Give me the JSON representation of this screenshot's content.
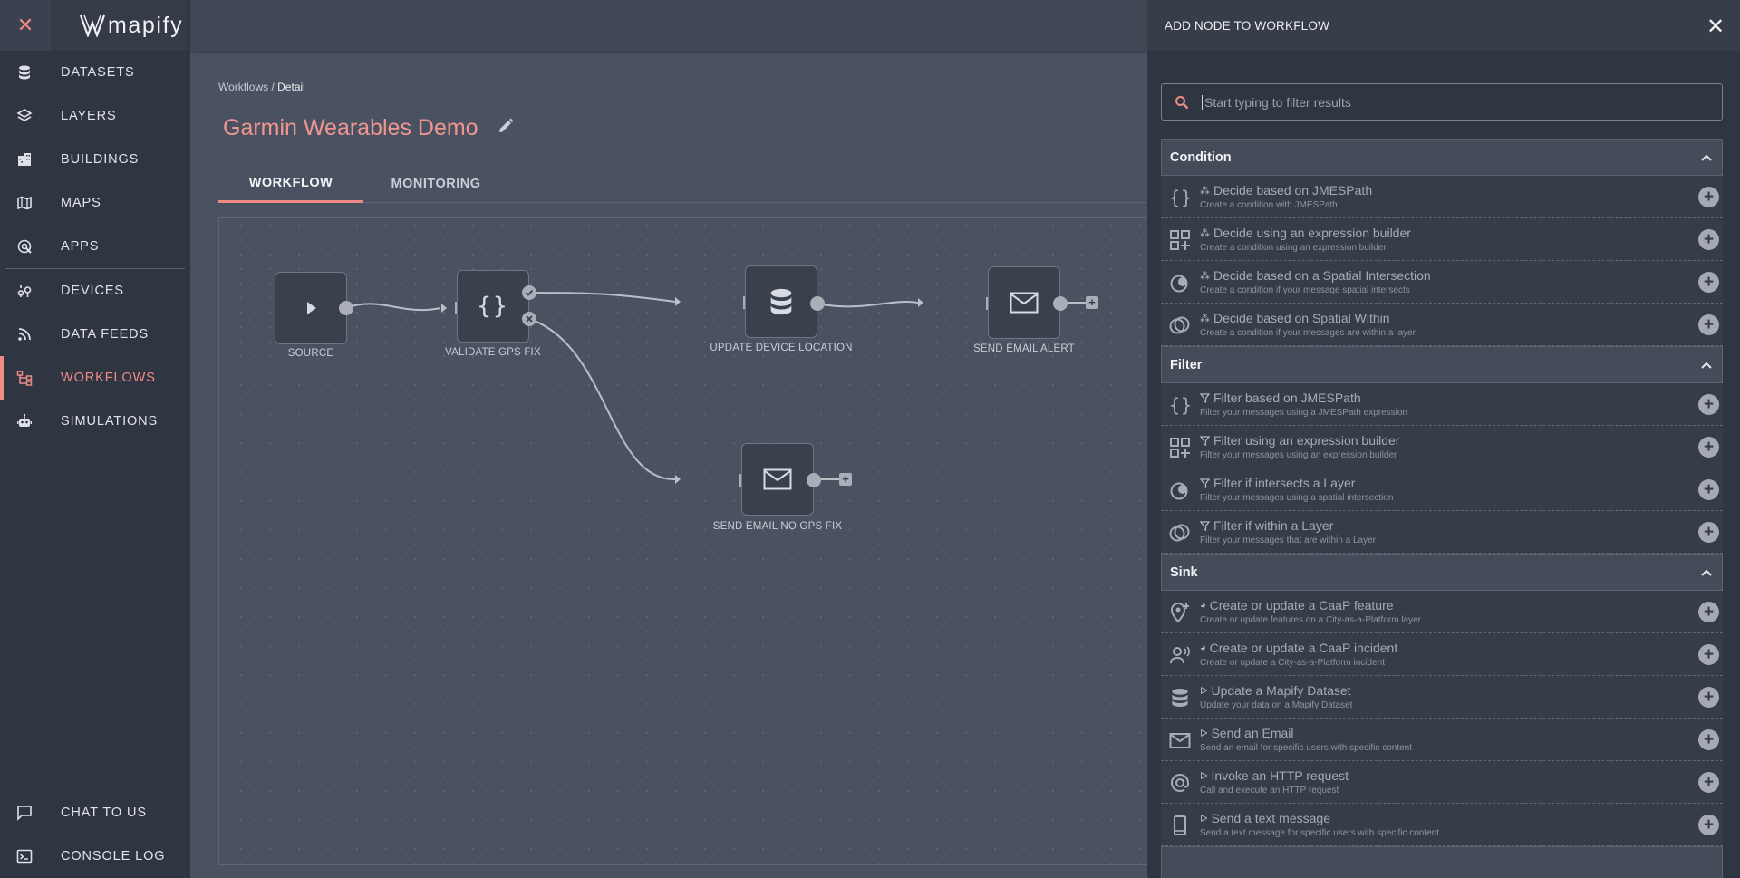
{
  "app": {
    "name": "mapify"
  },
  "sidebar": {
    "items": [
      {
        "label": "DATASETS",
        "icon": "database-icon"
      },
      {
        "label": "LAYERS",
        "icon": "layers-icon"
      },
      {
        "label": "BUILDINGS",
        "icon": "buildings-icon"
      },
      {
        "label": "MAPS",
        "icon": "map-icon"
      },
      {
        "label": "APPS",
        "icon": "apps-icon"
      },
      {
        "label": "DEVICES",
        "icon": "devices-icon"
      },
      {
        "label": "DATA FEEDS",
        "icon": "rss-icon"
      },
      {
        "label": "WORKFLOWS",
        "icon": "workflow-icon"
      },
      {
        "label": "SIMULATIONS",
        "icon": "robot-icon"
      }
    ],
    "active": "WORKFLOWS",
    "bottom_items": [
      {
        "label": "CHAT TO US",
        "icon": "chat-icon"
      },
      {
        "label": "CONSOLE LOG",
        "icon": "console-icon"
      }
    ]
  },
  "breadcrumb": {
    "parent": "Workflows",
    "separator": " / ",
    "current": "Detail"
  },
  "page": {
    "title": "Garmin Wearables Demo"
  },
  "tabs": [
    {
      "label": "WORKFLOW",
      "active": true
    },
    {
      "label": "MONITORING",
      "active": false
    }
  ],
  "workflow": {
    "nodes": [
      {
        "id": "source",
        "label": "SOURCE",
        "icon": "play-icon"
      },
      {
        "id": "validate",
        "label": "VALIDATE GPS FIX",
        "icon": "braces-icon"
      },
      {
        "id": "update",
        "label": "UPDATE DEVICE LOCATION",
        "icon": "database-icon"
      },
      {
        "id": "alert",
        "label": "SEND EMAIL ALERT",
        "icon": "mail-icon"
      },
      {
        "id": "nofix",
        "label": "SEND EMAIL NO GPS FIX",
        "icon": "mail-icon"
      }
    ],
    "edges": [
      {
        "from": "source",
        "to": "validate"
      },
      {
        "from": "validate",
        "to": "update",
        "branch": "true"
      },
      {
        "from": "validate",
        "to": "nofix",
        "branch": "false"
      },
      {
        "from": "update",
        "to": "alert"
      }
    ]
  },
  "panel": {
    "title": "ADD NODE TO WORKFLOW",
    "search_placeholder": "Start typing to filter results",
    "sections": [
      {
        "name": "Condition",
        "items": [
          {
            "title": "Decide based on JMESPath",
            "desc": "Create a condition with JMESPath",
            "icon": "braces-icon"
          },
          {
            "title": "Decide using an expression builder",
            "desc": "Create a condition using an expression builder",
            "icon": "grid-plus-icon"
          },
          {
            "title": "Decide based on a Spatial Intersection",
            "desc": "Create a condition if your message spatial intersects",
            "icon": "intersect-icon"
          },
          {
            "title": "Decide based on Spatial Within",
            "desc": "Create a condition if your messages are within a layer",
            "icon": "within-icon"
          }
        ]
      },
      {
        "name": "Filter",
        "items": [
          {
            "title": "Filter based on JMESPath",
            "desc": "Filter your messages using a JMESPath expression",
            "icon": "braces-icon"
          },
          {
            "title": "Filter using an expression builder",
            "desc": "Filter your messages using an expression builder",
            "icon": "grid-plus-icon"
          },
          {
            "title": "Filter if intersects a Layer",
            "desc": "Filter your messages using a spatial intersection",
            "icon": "intersect-icon"
          },
          {
            "title": "Filter if within a Layer",
            "desc": "Filter your messages that are within a Layer",
            "icon": "within-icon"
          }
        ]
      },
      {
        "name": "Sink",
        "items": [
          {
            "title": "Create or update a CaaP feature",
            "desc": "Create or update features on a City-as-a-Platform layer",
            "icon": "map-marker-plus-icon"
          },
          {
            "title": "Create or update a CaaP incident",
            "desc": "Create or update a City-as-a-Platform incident",
            "icon": "person-voice-icon"
          },
          {
            "title": "Update a Mapify Dataset",
            "desc": "Update your data on a Mapify Dataset",
            "icon": "database-icon"
          },
          {
            "title": "Send an Email",
            "desc": "Send an email for specific users with specific content",
            "icon": "mail-icon"
          },
          {
            "title": "Invoke an HTTP request",
            "desc": "Call and execute an HTTP request",
            "icon": "at-icon"
          },
          {
            "title": "Send a text message",
            "desc": "Send a text message for specific users with specific content",
            "icon": "phone-icon"
          }
        ]
      }
    ]
  },
  "colors": {
    "accent": "#ef8b87",
    "sidebar_bg": "#2f3541",
    "canvas_bg": "#4a5262",
    "panel_bg": "#2f3541"
  }
}
